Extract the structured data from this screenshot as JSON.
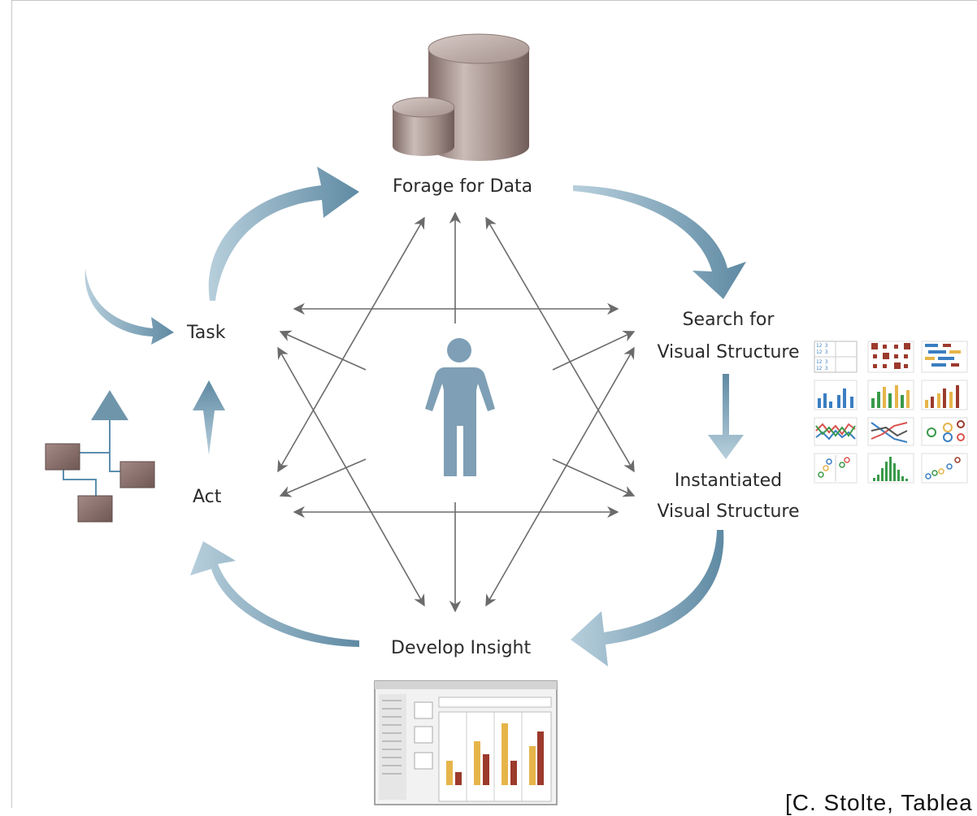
{
  "labels": {
    "forage": "Forage for Data",
    "search_line1": "Search for",
    "search_line2": "Visual Structure",
    "instantiated_line1": "Instantiated",
    "instantiated_line2": "Visual Structure",
    "develop": "Develop Insight",
    "task": "Task",
    "act": "Act"
  },
  "citation": "[C. Stolte, Tablea",
  "thumbnail_grid": {
    "top_left_text": "12 3 12 3",
    "top_left_text2": "12 3 12 3"
  },
  "colors": {
    "cycle_arrow": "#6f95ab",
    "thin_arrow": "#6b6b6b",
    "person": "#7e9fb5",
    "cylinder": "#9a8682",
    "box": "#8a706c",
    "bar_orange": "#e6b54a",
    "bar_red": "#9c3a2c",
    "chart_blue": "#3a7ec2"
  }
}
